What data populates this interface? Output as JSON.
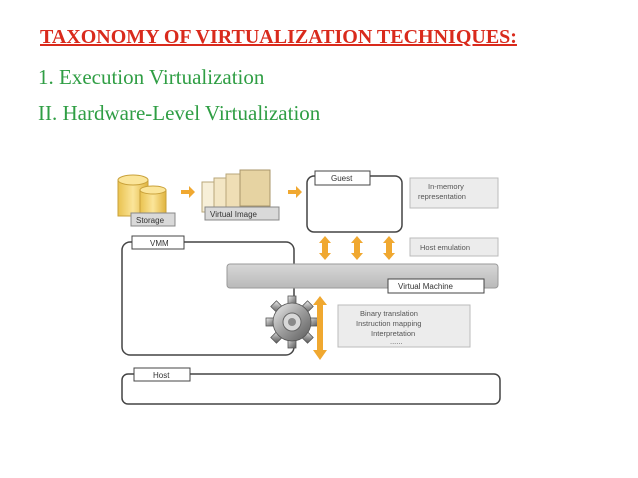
{
  "title": "TAXONOMY OF VIRTUALIZATION TECHNIQUES:",
  "list": [
    {
      "label": "1.   Execution Virtualization"
    },
    {
      "label": "II.   Hardware-Level Virtualization"
    }
  ],
  "diagram": {
    "storage": "Storage",
    "virtual_image": "Virtual Image",
    "guest": "Guest",
    "in_memory": [
      "In-memory",
      "representation"
    ],
    "vmm": "VMM",
    "host_emulation": "Host emulation",
    "virtual_machine": "Virtual Machine",
    "binary": [
      "Binary translation",
      "Instruction mapping",
      "Interpretation",
      "......"
    ],
    "host": "Host"
  },
  "colors": {
    "title": "#d92a1c",
    "list": "#2f9e44",
    "arrow": "#f0a830",
    "storage": "#f3d36b",
    "panel": "#c8c8c8"
  }
}
